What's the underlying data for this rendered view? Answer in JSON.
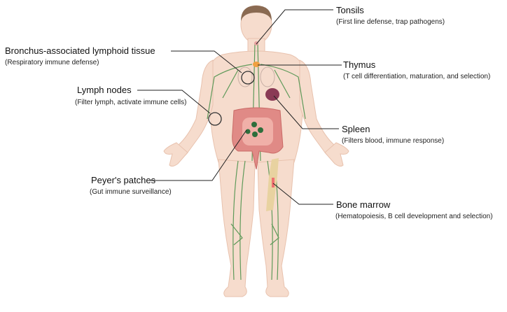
{
  "diagram": {
    "subject": "Human lymphatic / immune system organs",
    "colors": {
      "skin": "#f6dccd",
      "skin_outline": "#e8c2ae",
      "hair": "#8a6a52",
      "lymph_vessels": "#5f9a5a",
      "intestine": "#e08a86",
      "peyers_patches": "#2e6e3c",
      "spleen": "#8a3a55",
      "thymus": "#f0a040",
      "bone": "#e8d2a0",
      "marrow": "#f07070",
      "leader_line": "#222222"
    },
    "labels": [
      {
        "id": "tonsils",
        "title": "Tonsils",
        "description": "(First line defense, trap pathogens)"
      },
      {
        "id": "balt",
        "title": "Bronchus-associated lymphoid tissue",
        "description": "(Respiratory immune defense)"
      },
      {
        "id": "thymus",
        "title": "Thymus",
        "description": "(T cell differentiation, maturation, and selection)"
      },
      {
        "id": "lymph_nodes",
        "title": "Lymph nodes",
        "description": "(Filter lymph, activate immune cells)"
      },
      {
        "id": "spleen",
        "title": "Spleen",
        "description": "(Filters blood, immune response)"
      },
      {
        "id": "peyers_patches",
        "title": "Peyer's patches",
        "description": "(Gut immune surveillance)"
      },
      {
        "id": "bone_marrow",
        "title": "Bone marrow",
        "description": "(Hematopoiesis, B cell development and selection)"
      }
    ]
  }
}
